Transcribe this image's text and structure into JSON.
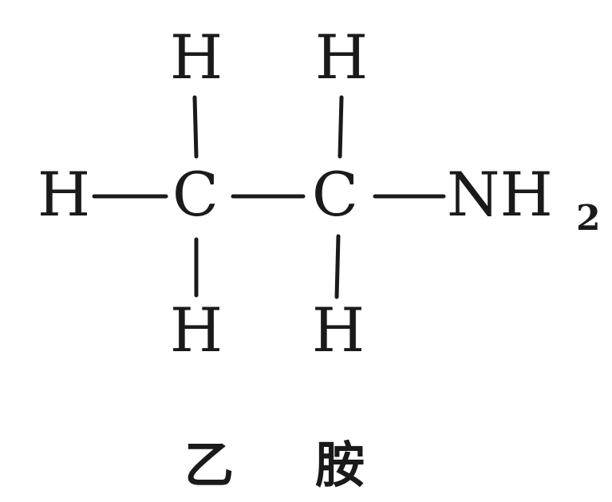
{
  "molecule": {
    "atoms": {
      "h_top_left": "H",
      "h_top_right": "H",
      "h_left": "H",
      "c_left": "C",
      "c_right": "C",
      "n_group": "NH",
      "n_group_subscript": "2",
      "h_bottom_left": "H",
      "h_bottom_right": "H"
    },
    "caption": {
      "char1": "乙",
      "char2": "胺"
    }
  }
}
